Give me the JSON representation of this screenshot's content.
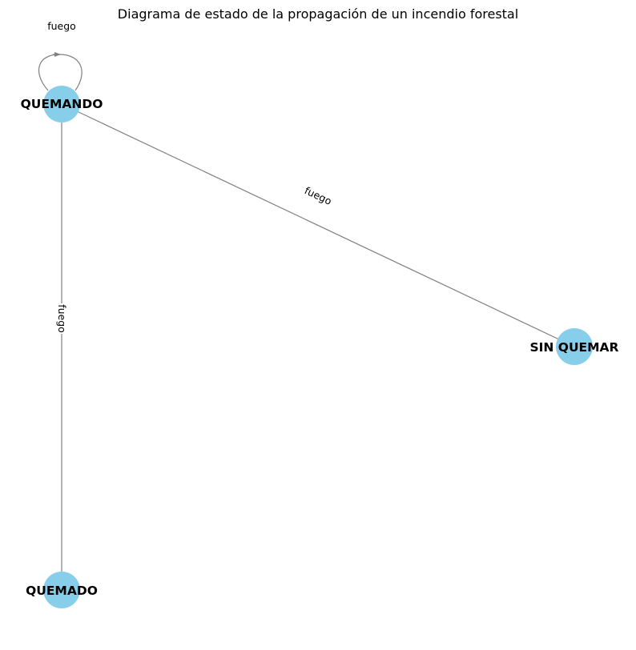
{
  "title": "Diagrama de estado de la propagación de un incendio forestal",
  "colors": {
    "node_fill": "#87ceeb",
    "edge_stroke": "#808080",
    "text": "#000000",
    "background": "#ffffff"
  },
  "nodes": [
    {
      "id": "quemando",
      "label": "QUEMANDO"
    },
    {
      "id": "sin_quemar",
      "label": "SIN QUEMAR"
    },
    {
      "id": "quemado",
      "label": "QUEMADO"
    }
  ],
  "edges": [
    {
      "from": "quemando",
      "to": "quemando",
      "label": "fuego"
    },
    {
      "from": "quemando",
      "to": "sin_quemar",
      "label": "fuego"
    },
    {
      "from": "quemando",
      "to": "quemado",
      "label": "fuego"
    }
  ]
}
